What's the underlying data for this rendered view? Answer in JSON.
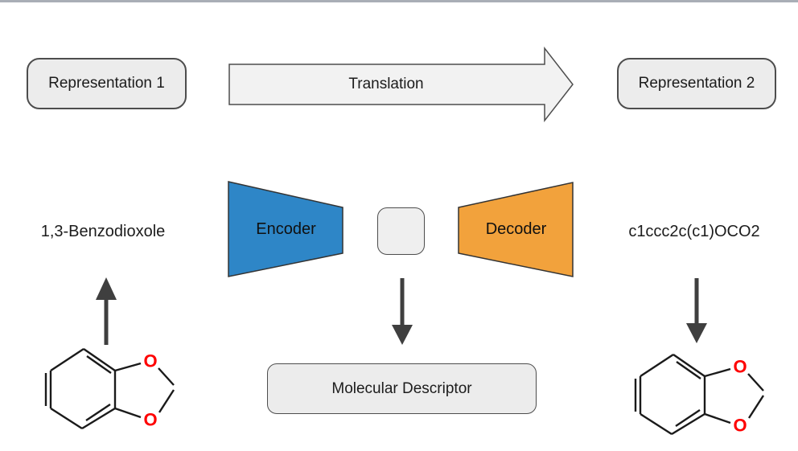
{
  "diagram": {
    "top_row": {
      "representation1": "Representation 1",
      "translation": "Translation",
      "representation2": "Representation 2"
    },
    "middle_row": {
      "molecule_name": "1,3-Benzodioxole",
      "encoder": "Encoder",
      "decoder": "Decoder",
      "smiles": "c1ccc2c(c1)OCO2"
    },
    "bottom_row": {
      "descriptor": "Molecular Descriptor"
    },
    "atoms": {
      "oxygen": "O"
    },
    "colors": {
      "encoder_fill": "#2e86c7",
      "decoder_fill": "#f2a23c",
      "oxygen": "#fe0000",
      "shape_stroke": "#333333",
      "box_fill": "#ececec",
      "translation_arrow_fill": "#f2f2f2",
      "small_arrow": "#3f3f3f",
      "top_bar": "#a9aeb6"
    }
  }
}
